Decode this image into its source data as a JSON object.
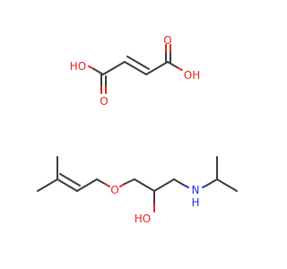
{
  "colors": {
    "carbon_bond": "#3b3b3b",
    "oxygen": "#e8211b",
    "nitrogen": "#2a2ad8",
    "background": "#ffffff"
  },
  "fumaric_acid": {
    "hydroxyl_left": "HO",
    "carbonyl_left": "O",
    "carbonyl_right": "O",
    "hydroxyl_right": "OH"
  },
  "amine": {
    "ether_oxygen": "O",
    "amine_n": "N",
    "amine_h": "H",
    "hydroxyl": "HO"
  }
}
